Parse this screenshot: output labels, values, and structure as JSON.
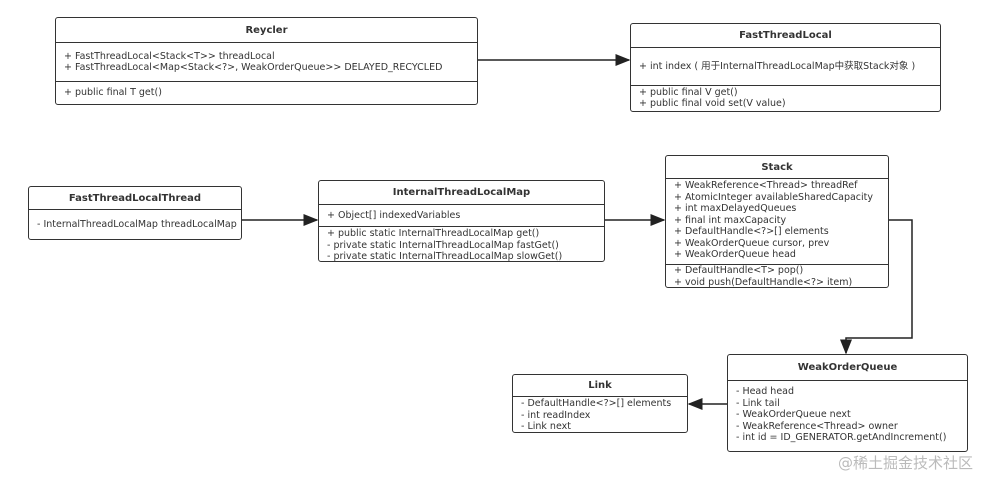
{
  "classes": {
    "recycler": {
      "name": "Reycler",
      "attributes": [
        "+ FastThreadLocal<Stack<T>> threadLocal",
        "+ FastThreadLocal<Map<Stack<?>, WeakOrderQueue>> DELAYED_RECYCLED"
      ],
      "methods": [
        "+ public final T get()"
      ]
    },
    "fast_thread_local": {
      "name": "FastThreadLocal",
      "attributes": [
        "+ int index ( 用于InternalThreadLocalMap中获取Stack对象 )"
      ],
      "methods": [
        "+ public final V get()",
        "+ public final void set(V value)"
      ]
    },
    "fast_thread_local_thread": {
      "name": "FastThreadLocalThread",
      "attributes": [
        "- InternalThreadLocalMap threadLocalMap"
      ]
    },
    "internal_thread_local_map": {
      "name": "InternalThreadLocalMap",
      "attributes": [
        "+ Object[] indexedVariables"
      ],
      "methods": [
        "+ public static InternalThreadLocalMap get()",
        "-  private static InternalThreadLocalMap fastGet()",
        "-  private static InternalThreadLocalMap slowGet()"
      ]
    },
    "stack": {
      "name": "Stack",
      "attributes": [
        "+ WeakReference<Thread> threadRef",
        "+ AtomicInteger availableSharedCapacity",
        "+ int maxDelayedQueues",
        "+ final int maxCapacity",
        "+ DefaultHandle<?>[] elements",
        "+ WeakOrderQueue cursor, prev",
        "+ WeakOrderQueue head"
      ],
      "methods": [
        "+ DefaultHandle<T> pop()",
        "+ void push(DefaultHandle<?> item)"
      ]
    },
    "weak_order_queue": {
      "name": "WeakOrderQueue",
      "attributes": [
        "- Head head",
        "- Link tail",
        "- WeakOrderQueue next",
        "- WeakReference<Thread> owner",
        "- int id = ID_GENERATOR.getAndIncrement()"
      ]
    },
    "link": {
      "name": "Link",
      "attributes": [
        "- DefaultHandle<?>[] elements",
        "- int readIndex",
        "- Link next"
      ]
    }
  },
  "watermark": "@稀土掘金技术社区"
}
